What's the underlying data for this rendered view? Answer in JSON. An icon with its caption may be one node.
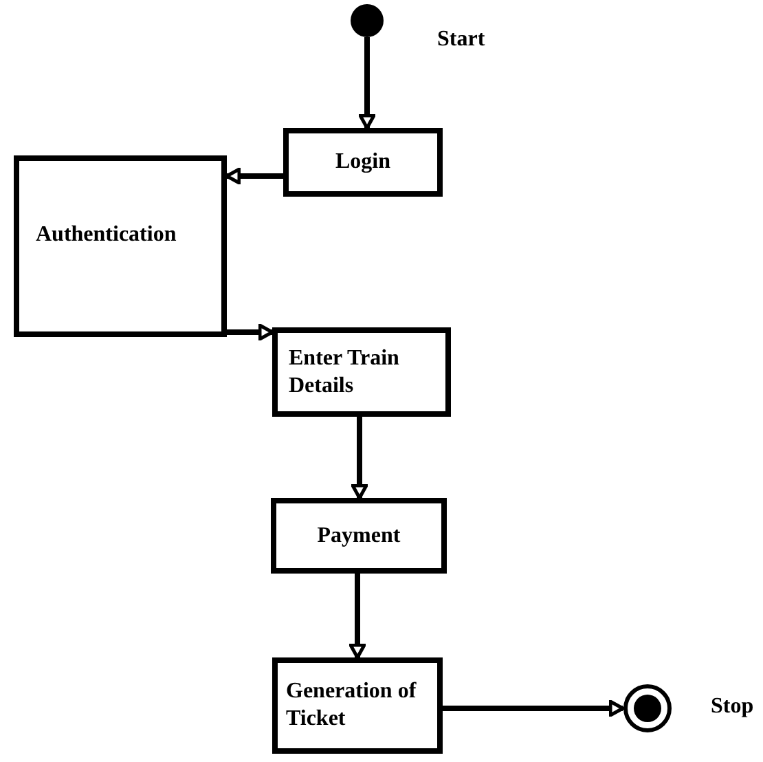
{
  "diagram": {
    "nodes": [
      {
        "text": [],
        "shape": "circle",
        "beside": [
          "Start"
        ]
      },
      {
        "text": [
          "Login"
        ]
      },
      {
        "text": [
          "Authentication"
        ]
      },
      {
        "text": [
          "Enter Train Details"
        ]
      },
      {
        "text": [
          "Payment"
        ]
      },
      {
        "text": [
          "Generation of Ticket"
        ]
      },
      {
        "text": [],
        "shape": "circle",
        "beside": [
          "Stop"
        ]
      }
    ],
    "edges": [
      {
        "from": 0,
        "to": 1,
        "arrow": "to"
      },
      {
        "from": 1,
        "to": 2,
        "arrow": "to"
      },
      {
        "from": 2,
        "to": 3,
        "arrow": "to"
      },
      {
        "from": 3,
        "to": 4,
        "arrow": "to"
      },
      {
        "from": 4,
        "to": 5,
        "arrow": "to"
      },
      {
        "from": 5,
        "to": 6,
        "arrow": "to"
      }
    ]
  }
}
